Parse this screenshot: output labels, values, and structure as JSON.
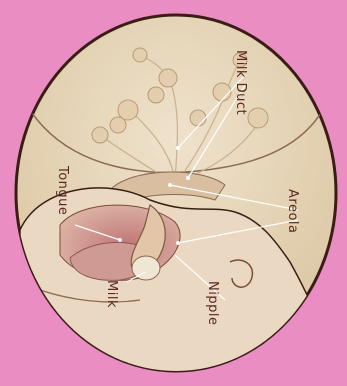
{
  "labels": {
    "milk_duct": "Milk Duct",
    "tongue": "Tongue",
    "areola": "Areola",
    "milk": "Milk",
    "nipple": "Nipple"
  },
  "colors": {
    "background": "#e98dc3",
    "circle_fill": "#e9d7b6",
    "circle_outline": "#3a1e14",
    "label": "#5a2a22",
    "mouth_inner": "#b86f72",
    "skin": "#ead8c2"
  }
}
